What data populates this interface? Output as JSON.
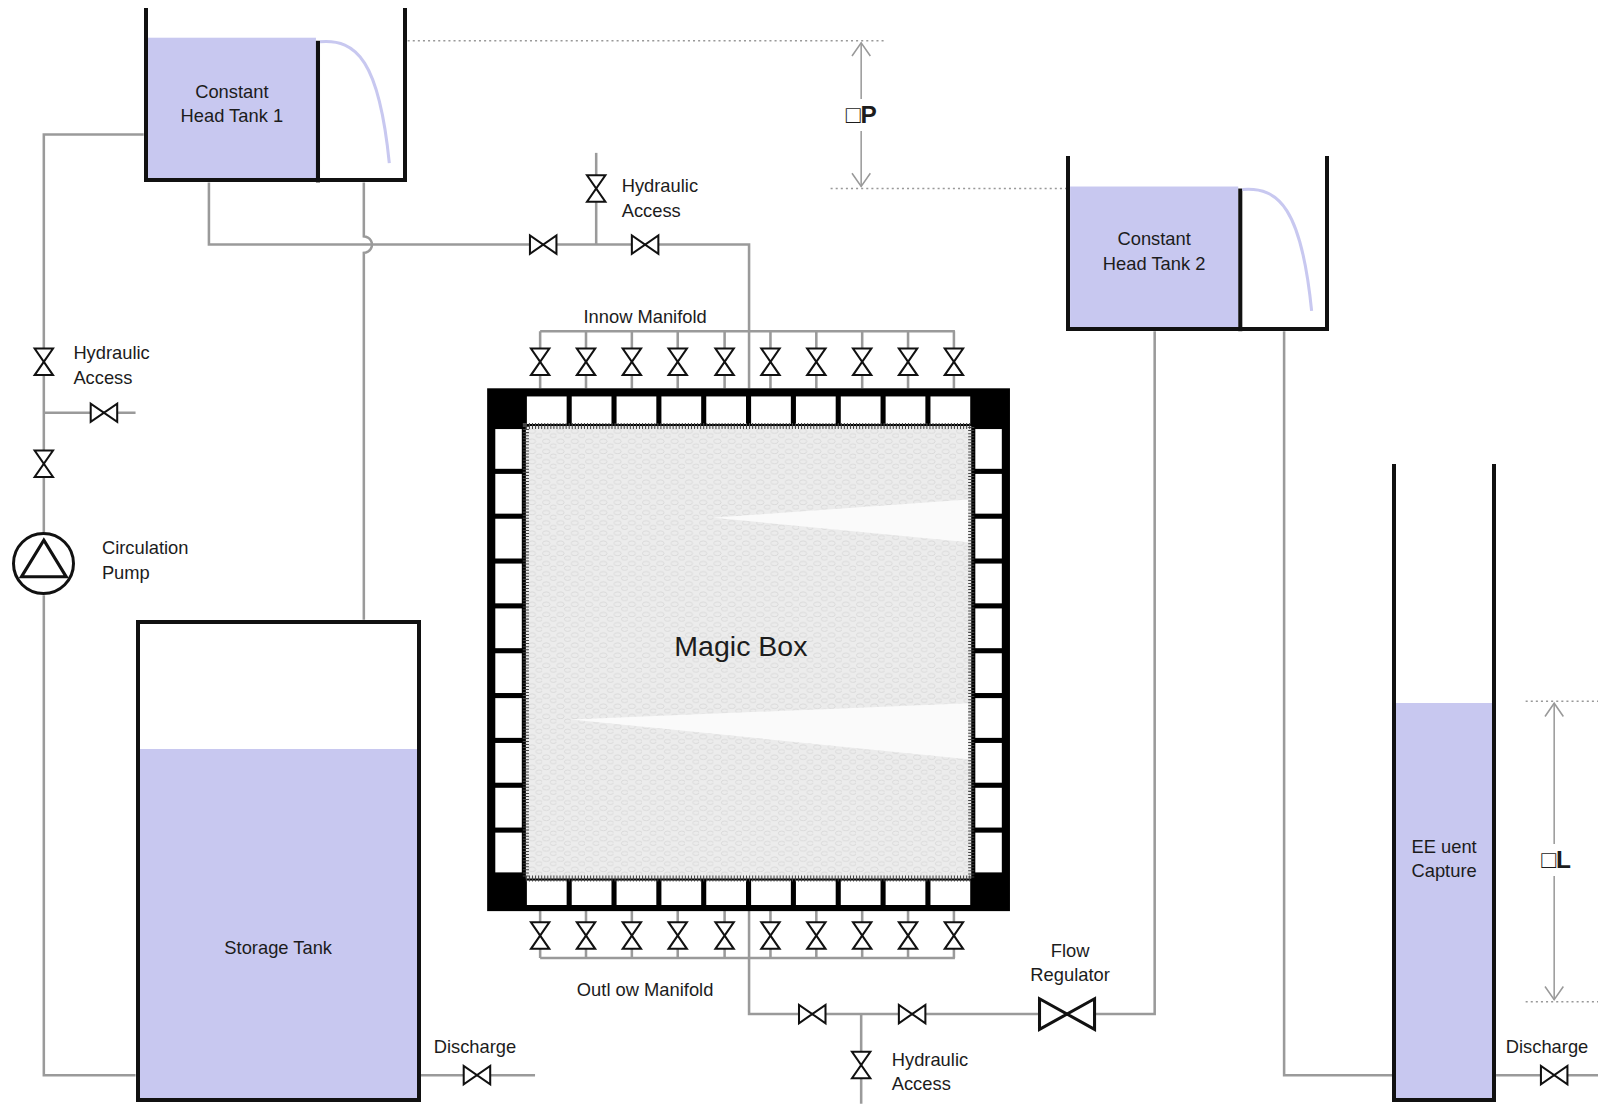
{
  "diagram": {
    "nodes": [
      {
        "text": [
          "Constant Head Tank 1"
        ]
      },
      {
        "text": [
          "Constant Head Tank 2"
        ]
      },
      {
        "text": [
          "Magic Box"
        ]
      },
      {
        "text": [
          "Circulation Pump"
        ]
      },
      {
        "text": [
          "Storage Tank"
        ]
      },
      {
        "text": [
          "EE uent Capture"
        ]
      }
    ],
    "edges": [
      {
        "from": 4,
        "to": 3,
        "arrow": "none"
      },
      {
        "from": 3,
        "to": 0,
        "arrow": "none"
      },
      {
        "from": 0,
        "to": 2,
        "arrow": "none"
      },
      {
        "from": 0,
        "to": 4,
        "arrow": "none"
      },
      {
        "from": 2,
        "to": 1,
        "arrow": "none"
      },
      {
        "from": 1,
        "to": 5,
        "arrow": "none"
      }
    ],
    "labels": [
      "Hydraulic Access",
      "Hydraulic Access",
      "□P",
      "Innow Manifold",
      "Outl ow Manifold",
      "Flow Regulator",
      "Hydraulic Access",
      "Discharge",
      "Discharge",
      "□L"
    ]
  }
}
